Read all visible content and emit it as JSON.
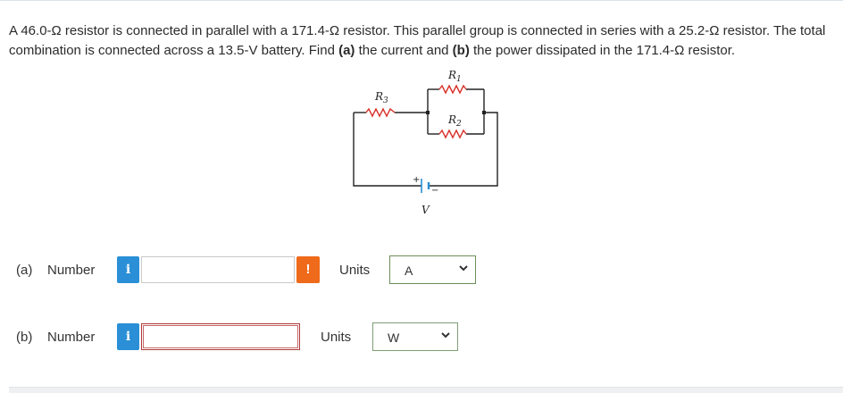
{
  "problem": {
    "part1": "A 46.0-Ω resistor is connected in parallel with a 171.4-Ω resistor. This parallel group is connected in series with a 25.2-Ω resistor. The total combination is connected across a 13.5-V battery. Find ",
    "a_marker": "(a)",
    "part2": " the current and ",
    "b_marker": "(b)",
    "part3": " the power dissipated in the 171.4-Ω resistor."
  },
  "circuit": {
    "r1": "R1",
    "r2": "R2",
    "r3": "R3",
    "v": "V",
    "plus": "+",
    "minus": "−"
  },
  "part_a": {
    "label": "(a)",
    "number_label": "Number",
    "info_glyph": "i",
    "value": "",
    "warn_glyph": "!",
    "units_label": "Units",
    "unit_selected": "A"
  },
  "part_b": {
    "label": "(b)",
    "number_label": "Number",
    "info_glyph": "i",
    "value": "",
    "units_label": "Units",
    "unit_selected": "W"
  },
  "colors": {
    "info_blue": "#2a8fd6",
    "warn_orange": "#ef6a1a",
    "error_red": "#b03a3a"
  }
}
